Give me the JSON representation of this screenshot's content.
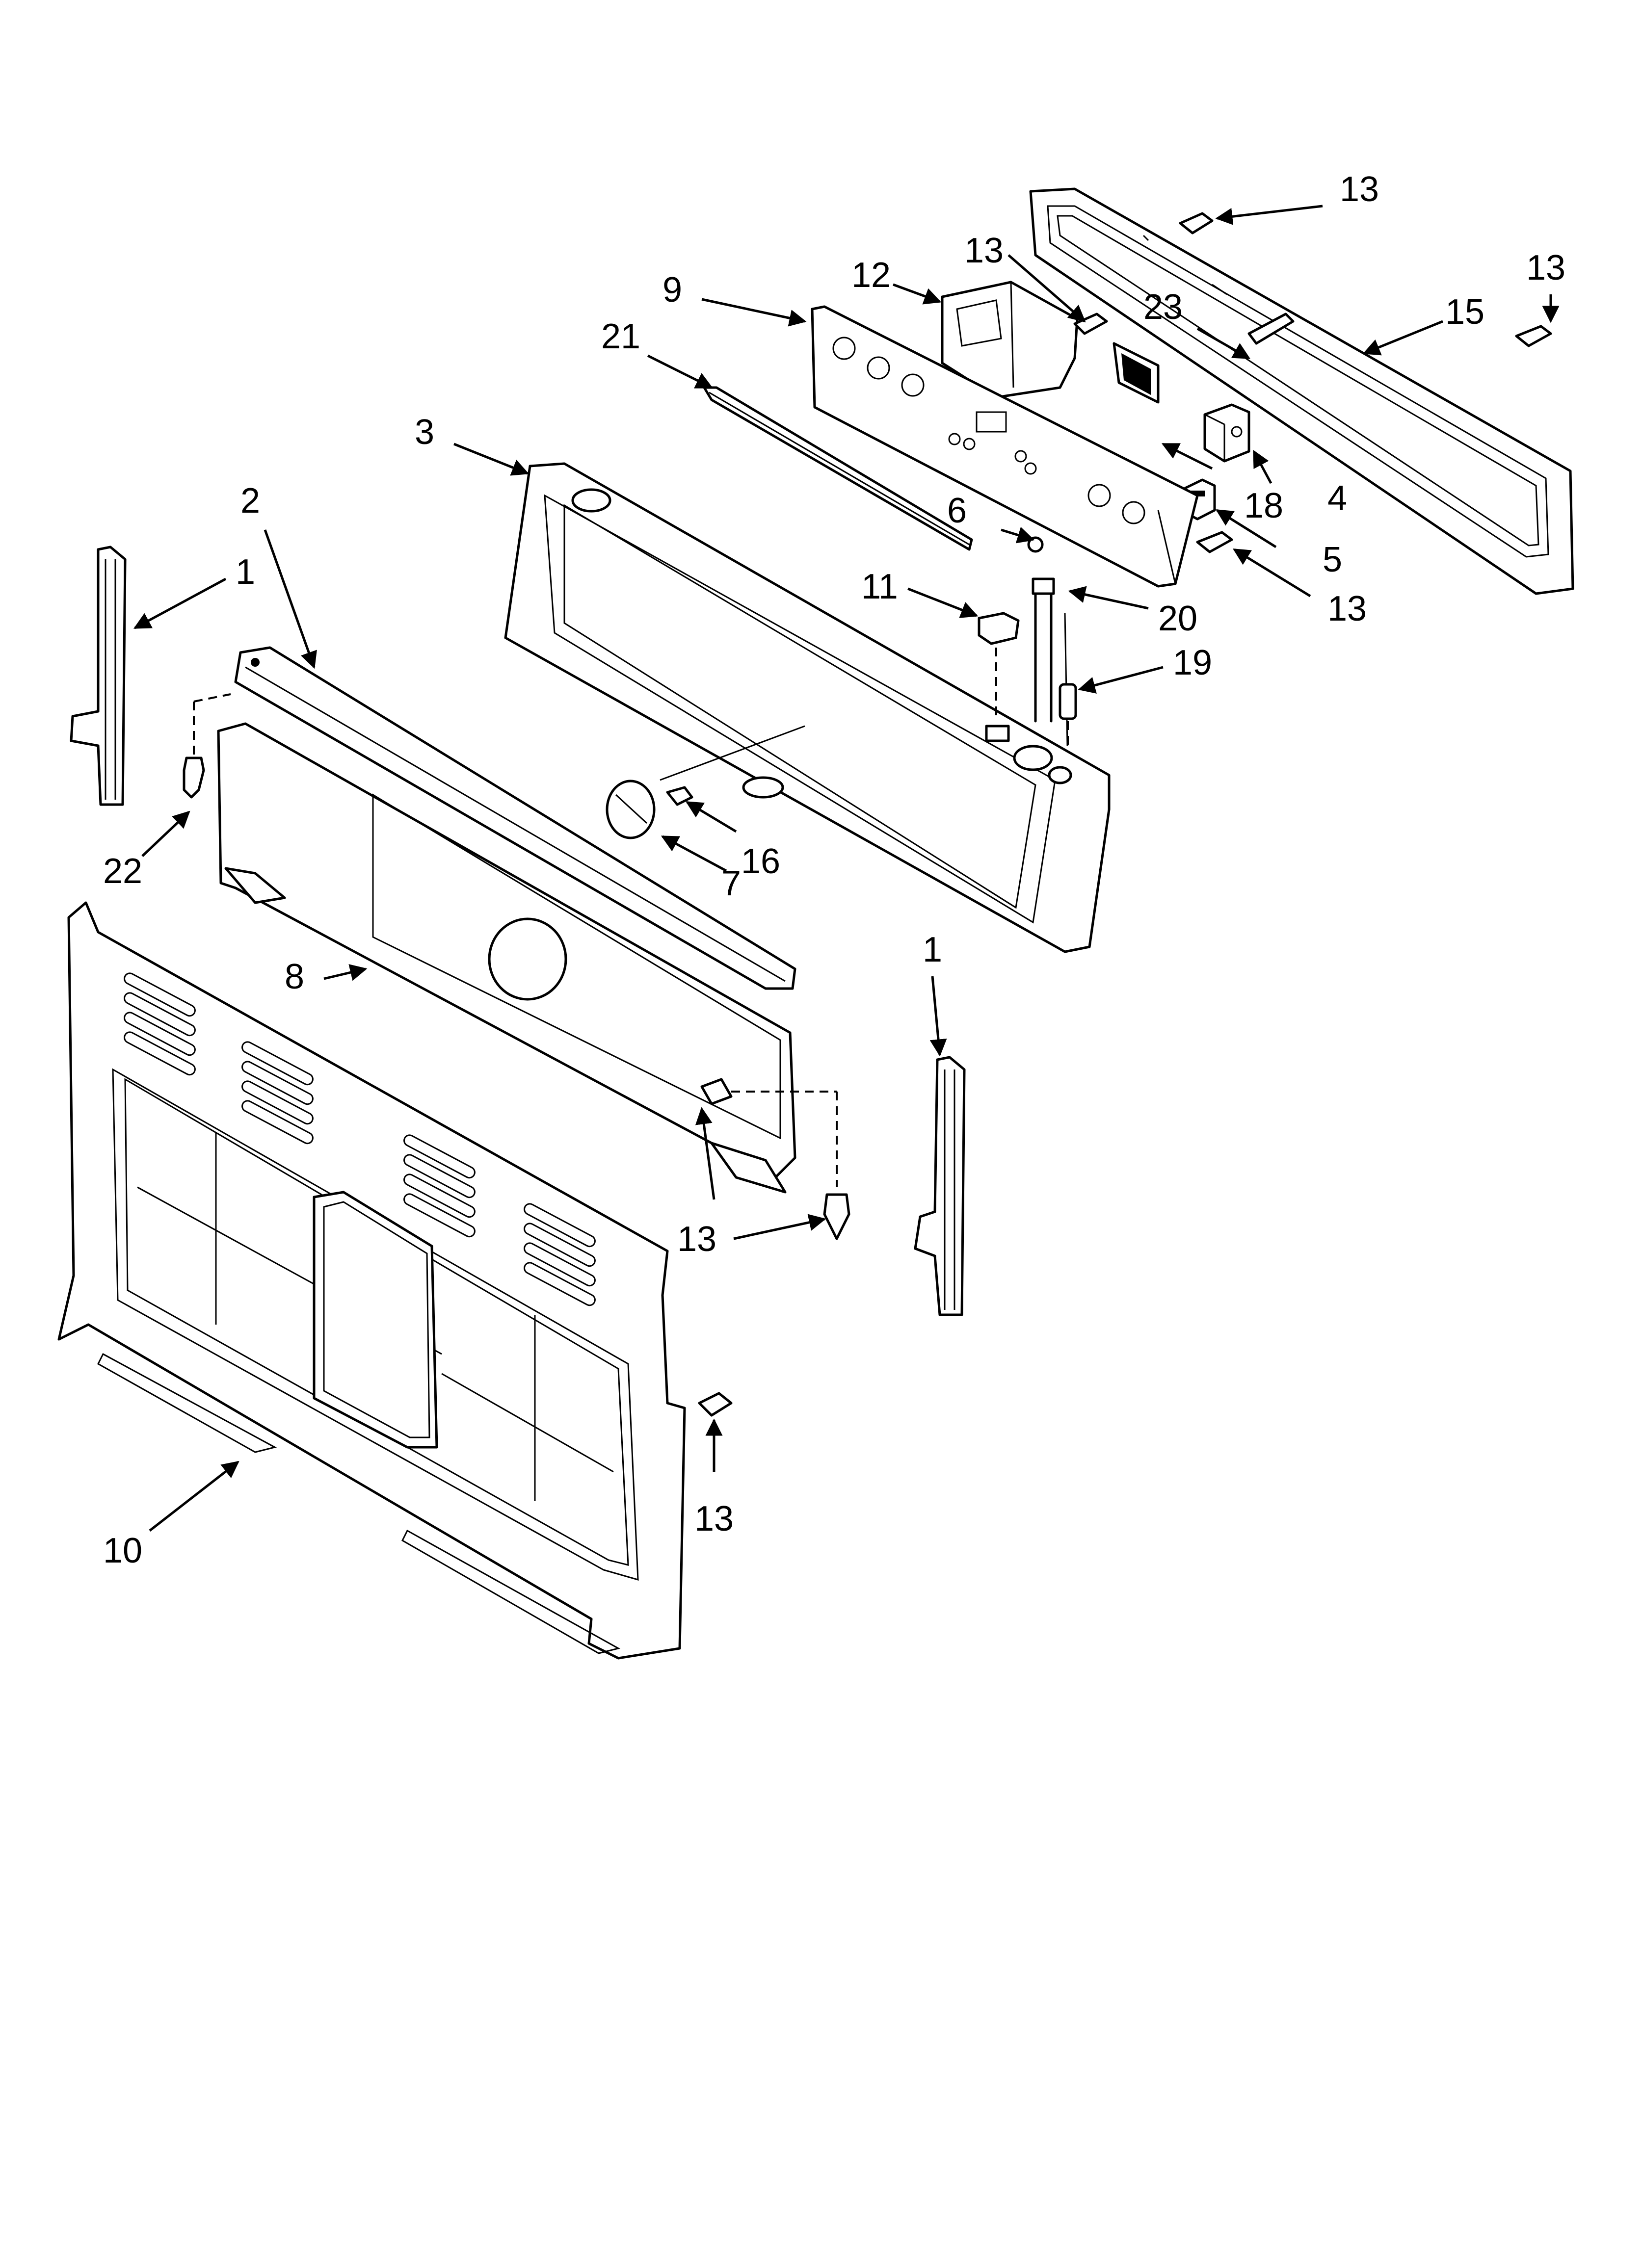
{
  "callouts": [
    {
      "id": "c-13-top",
      "label": "13"
    },
    {
      "id": "c-13-right",
      "label": "13"
    },
    {
      "id": "c-13-display",
      "label": "13"
    },
    {
      "id": "c-12",
      "label": "12"
    },
    {
      "id": "c-9",
      "label": "9"
    },
    {
      "id": "c-21",
      "label": "21"
    },
    {
      "id": "c-23",
      "label": "23"
    },
    {
      "id": "c-15",
      "label": "15"
    },
    {
      "id": "c-3",
      "label": "3"
    },
    {
      "id": "c-2",
      "label": "2"
    },
    {
      "id": "c-1-left",
      "label": "1"
    },
    {
      "id": "c-4",
      "label": "4"
    },
    {
      "id": "c-18",
      "label": "18"
    },
    {
      "id": "c-6",
      "label": "6"
    },
    {
      "id": "c-5",
      "label": "5"
    },
    {
      "id": "c-13-mid",
      "label": "13"
    },
    {
      "id": "c-11",
      "label": "11"
    },
    {
      "id": "c-20",
      "label": "20"
    },
    {
      "id": "c-19",
      "label": "19"
    },
    {
      "id": "c-22",
      "label": "22"
    },
    {
      "id": "c-16",
      "label": "16"
    },
    {
      "id": "c-7",
      "label": "7"
    },
    {
      "id": "c-8",
      "label": "8"
    },
    {
      "id": "c-1-right",
      "label": "1"
    },
    {
      "id": "c-13-lower",
      "label": "13"
    },
    {
      "id": "c-13-bottom",
      "label": "13"
    },
    {
      "id": "c-10",
      "label": "10"
    }
  ]
}
